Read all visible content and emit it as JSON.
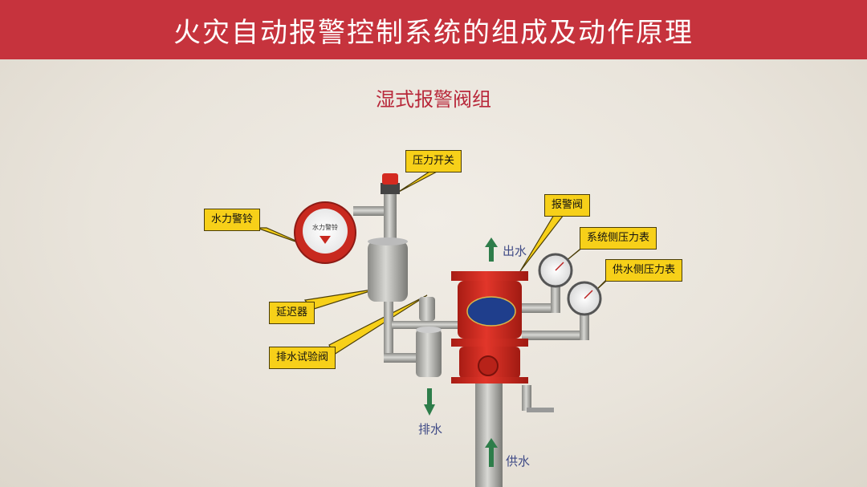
{
  "header": {
    "title": "火灾自动报警控制系统的组成及动作原理"
  },
  "diagram": {
    "title": "湿式报警阀组",
    "callouts": {
      "pressure_switch": "压力开关",
      "water_bell": "水力警铃",
      "alarm_valve": "报警阀",
      "system_gauge": "系统侧压力表",
      "supply_gauge": "供水侧压力表",
      "retarder": "延迟器",
      "drain_test_valve": "排水试验阀"
    },
    "flows": {
      "outlet": "出水",
      "drain": "排水",
      "supply": "供水"
    },
    "bell_face_text": "水力警铃",
    "colors": {
      "header": "#c6333d",
      "subtitle": "#b8283a",
      "callout_fill": "#f7d019",
      "valve_red": "#d42a20",
      "arrow_green": "#2e7d4a",
      "flow_text": "#3f4a86"
    }
  }
}
